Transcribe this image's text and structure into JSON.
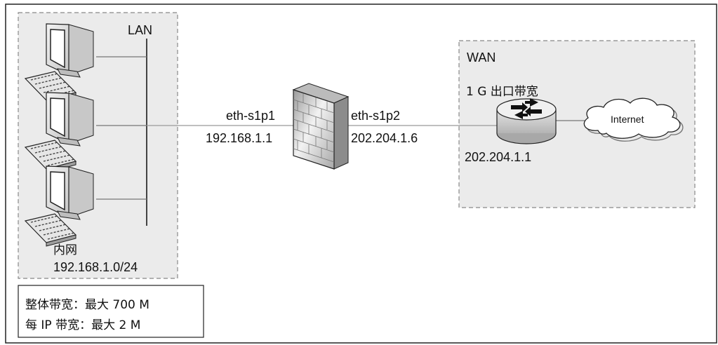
{
  "lan": {
    "label": "LAN",
    "name": "内网",
    "subnet": "192.168.1.0/24"
  },
  "firewall": {
    "lan_port": "eth-s1p1",
    "lan_ip": "192.168.1.1",
    "wan_port": "eth-s1p2",
    "wan_ip": "202.204.1.6"
  },
  "wan": {
    "label": "WAN",
    "bandwidth_label": "1 G 出口带宽",
    "router_ip": "202.204.1.1",
    "cloud_label": "Internet"
  },
  "limits": {
    "total": "整体带宽：最大 700 M",
    "per_ip": "每 IP 带宽：最大 2 M"
  },
  "colors": {
    "frame": "#222222",
    "zone_border": "#888888",
    "zone_fill": "#ebebeb",
    "link": "#999999",
    "firewall": "#d8d8d8",
    "router": "#cfcfcf"
  }
}
